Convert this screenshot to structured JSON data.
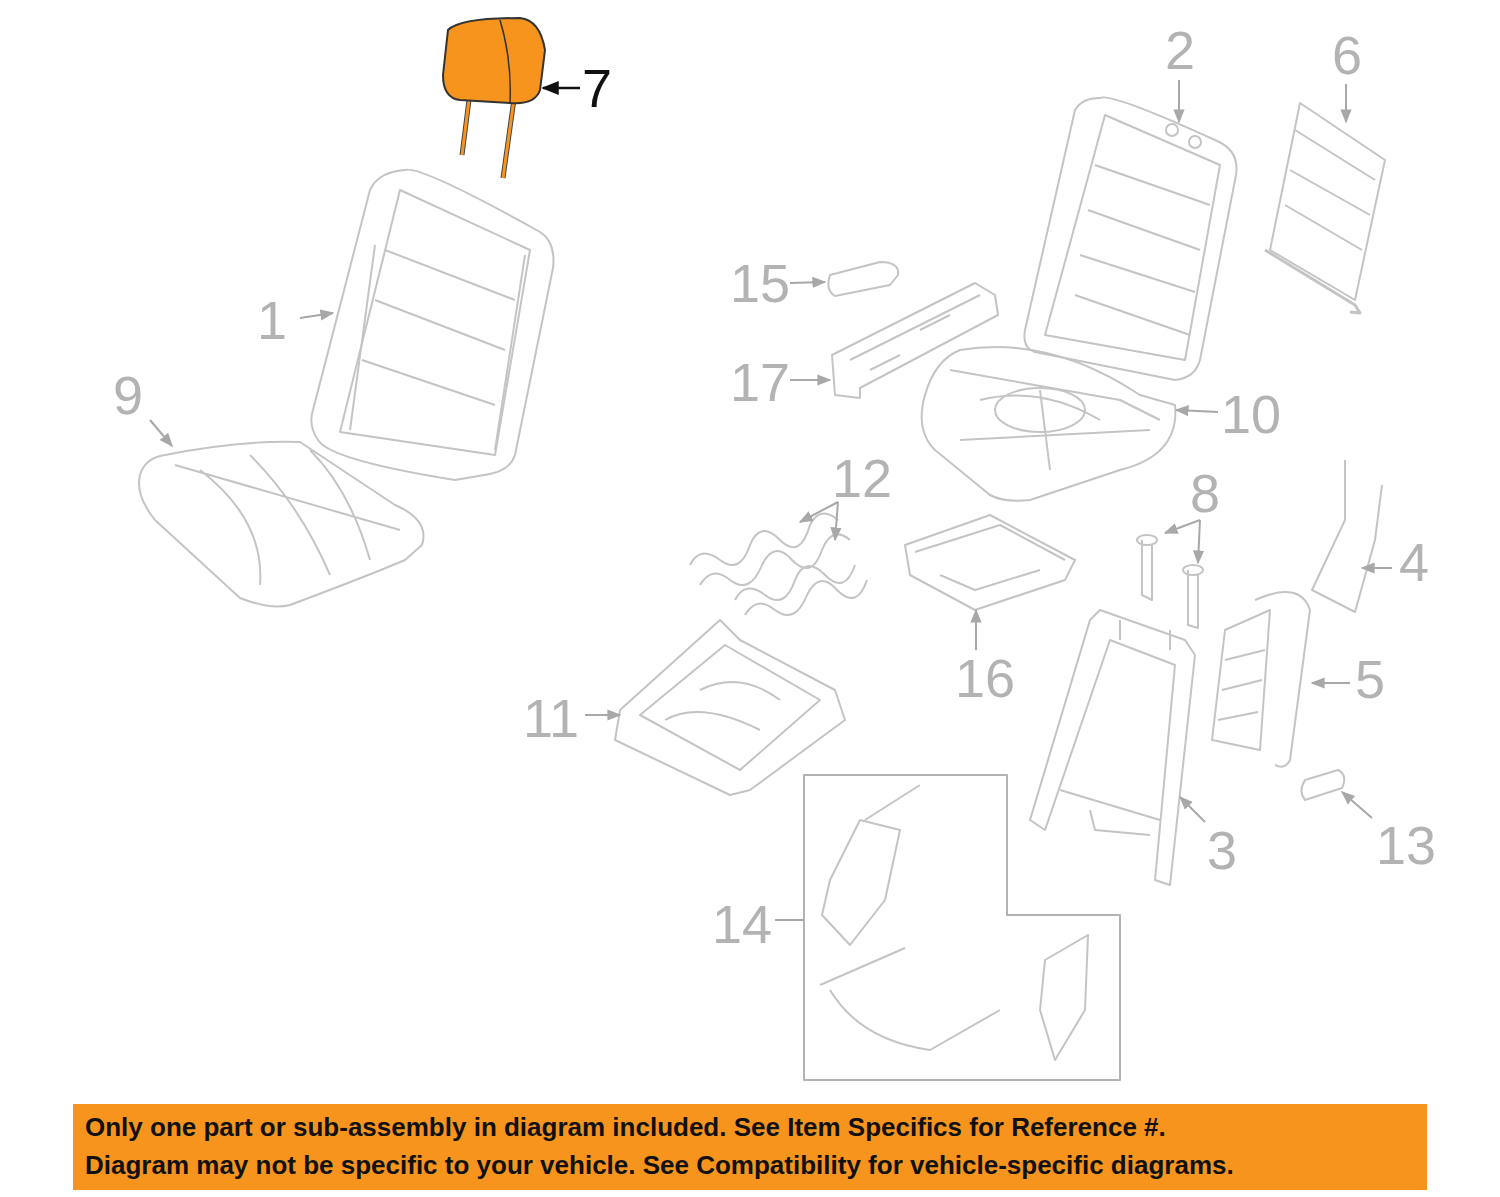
{
  "diagram": {
    "nodes": [
      {
        "text": [
          "Only one part or sub-assembly in diagram included. See Item Specifics for Reference #.",
          "Diagram may not be specific to your vehicle. See Compatibility for vehicle-specific diagrams."
        ]
      }
    ],
    "edges": [],
    "labels": [
      "7",
      "2",
      "6",
      "15",
      "1",
      "17",
      "10",
      "9",
      "12",
      "8",
      "4",
      "16",
      "5",
      "11",
      "3",
      "13",
      "14"
    ]
  }
}
